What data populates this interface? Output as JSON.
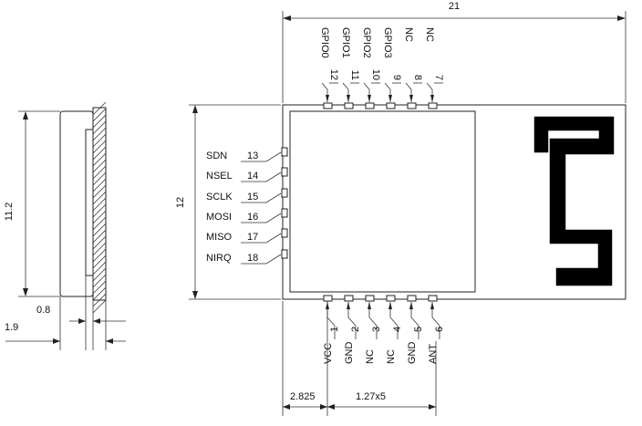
{
  "dimensions": {
    "total_width": "21",
    "height": "12",
    "side_height": "11.2",
    "side_thickness_inner": "0.8",
    "side_thickness_total": "1.9",
    "first_pin_offset": "2.825",
    "pin_pitch": "1.27x5"
  },
  "top_pins": [
    {
      "num": "12",
      "name": "GPIO0"
    },
    {
      "num": "11",
      "name": "GPIO1"
    },
    {
      "num": "10",
      "name": "GPIO2"
    },
    {
      "num": "9",
      "name": "GPIO3"
    },
    {
      "num": "8",
      "name": "NC"
    },
    {
      "num": "7",
      "name": "NC"
    }
  ],
  "left_pins": [
    {
      "num": "13",
      "name": "SDN"
    },
    {
      "num": "14",
      "name": "NSEL"
    },
    {
      "num": "15",
      "name": "SCLK"
    },
    {
      "num": "16",
      "name": "MOSI"
    },
    {
      "num": "17",
      "name": "MISO"
    },
    {
      "num": "18",
      "name": "NIRQ"
    }
  ],
  "bottom_pins": [
    {
      "num": "1",
      "name": "VCC"
    },
    {
      "num": "2",
      "name": "GND"
    },
    {
      "num": "3",
      "name": "NC"
    },
    {
      "num": "4",
      "name": "NC"
    },
    {
      "num": "5",
      "name": "GND"
    },
    {
      "num": "6",
      "name": "ANT"
    }
  ]
}
